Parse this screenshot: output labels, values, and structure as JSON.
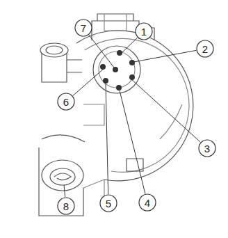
{
  "diagram": {
    "labels": [
      "7",
      "1",
      "2",
      "6",
      "3",
      "8",
      "5",
      "4"
    ]
  }
}
